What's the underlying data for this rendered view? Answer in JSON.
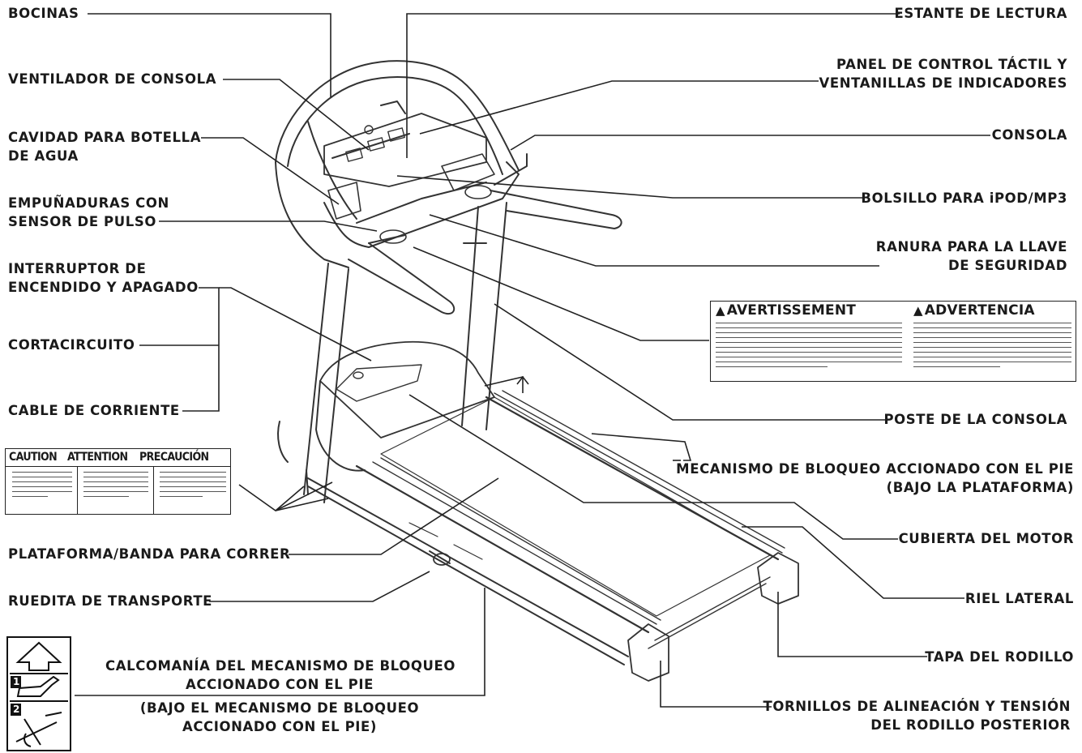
{
  "labels": {
    "bocinas": "BOCINAS",
    "ventilador": "VENTILADOR DE CONSOLA",
    "cavidad_1": "CAVIDAD PARA BOTELLA",
    "cavidad_2": "DE AGUA",
    "empunaduras_1": "EMPUÑADURAS CON",
    "empunaduras_2": "SENSOR DE PULSO",
    "interruptor_1": "INTERRUPTOR DE",
    "interruptor_2": "ENCENDIDO Y APAGADO",
    "cortacircuito": "CORTACIRCUITO",
    "cable": "CABLE DE CORRIENTE",
    "plataforma": "PLATAFORMA/BANDA PARA CORRER",
    "ruedita": "RUEDITA DE TRANSPORTE",
    "calcomania_1": "CALCOMANÍA DEL MECANISMO DE BLOQUEO",
    "calcomania_2": "ACCIONADO CON EL PIE",
    "calcomania_3": "(BAJO EL MECANISMO DE BLOQUEO",
    "calcomania_4": "ACCIONADO CON EL PIE)",
    "estante": "ESTANTE DE LECTURA",
    "panel_1": "PANEL DE CONTROL TÁCTIL Y",
    "panel_2": "VENTANILLAS DE INDICADORES",
    "consola": "CONSOLA",
    "bolsillo": "BOLSILLO PARA iPOD/MP3",
    "ranura_1": "RANURA PARA LA LLAVE",
    "ranura_2": "DE SEGURIDAD",
    "poste": "POSTE DE LA CONSOLA",
    "mecanismo_1": "MECANISMO DE BLOQUEO ACCIONADO CON EL PIE",
    "mecanismo_2": "(BAJO LA PLATAFORMA)",
    "cubierta": "CUBIERTA DEL MOTOR",
    "riel": "RIEL LATERAL",
    "tapa": "TAPA DEL RODILLO",
    "tornillos_1": "TORNILLOS DE ALINEACIÓN Y TENSIÓN",
    "tornillos_2": "DEL RODILLO POSTERIOR"
  },
  "warning_decal": {
    "heading_fr": "AVERTISSEMENT",
    "heading_es": "ADVERTENCIA",
    "icon": "warning-triangle-icon"
  },
  "caution_decal": {
    "heading_1": "CAUTION",
    "heading_2": "ATTENTION",
    "heading_3": "PRECAUCIÓN",
    "icon": "hand-caution-icon"
  },
  "footlock_pictogram": {
    "step_1": "1",
    "step_2": "2",
    "icons": [
      "arrow-up-icon",
      "foot-press-icon",
      "deck-lower-icon"
    ]
  }
}
